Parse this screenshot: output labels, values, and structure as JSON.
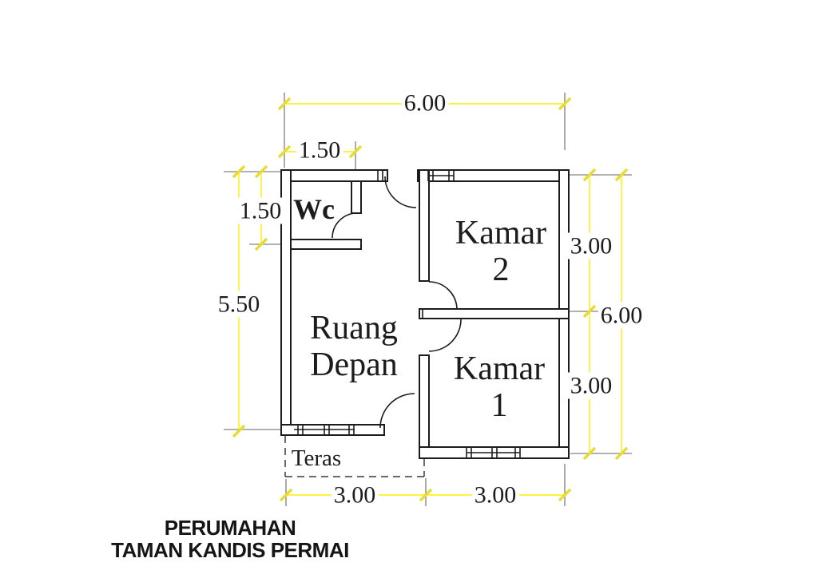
{
  "title": {
    "line1": "PERUMAHAN",
    "line2": "TAMAN KANDIS PERMAI"
  },
  "rooms": {
    "wc": {
      "label": "Wc"
    },
    "kamar2": {
      "line1": "Kamar",
      "line2": "2"
    },
    "kamar1": {
      "line1": "Kamar",
      "line2": "1"
    },
    "ruang_depan": {
      "line1": "Ruang",
      "line2": "Depan"
    },
    "teras": {
      "label": "Teras"
    }
  },
  "dimensions": {
    "top_total_width": "6.00",
    "top_wc_width": "1.50",
    "left_wc_height": "1.50",
    "left_main_height": "5.50",
    "right_kamar2_height": "3.00",
    "right_total_height": "6.00",
    "right_kamar1_height": "3.00",
    "bottom_teras_width": "3.00",
    "bottom_kamar1_width": "3.00"
  },
  "colors": {
    "dimension_line": "#f8ef00",
    "tick_mark": "#e7dc33",
    "ink": "#1c1c1c",
    "extension_line": "#666666"
  }
}
